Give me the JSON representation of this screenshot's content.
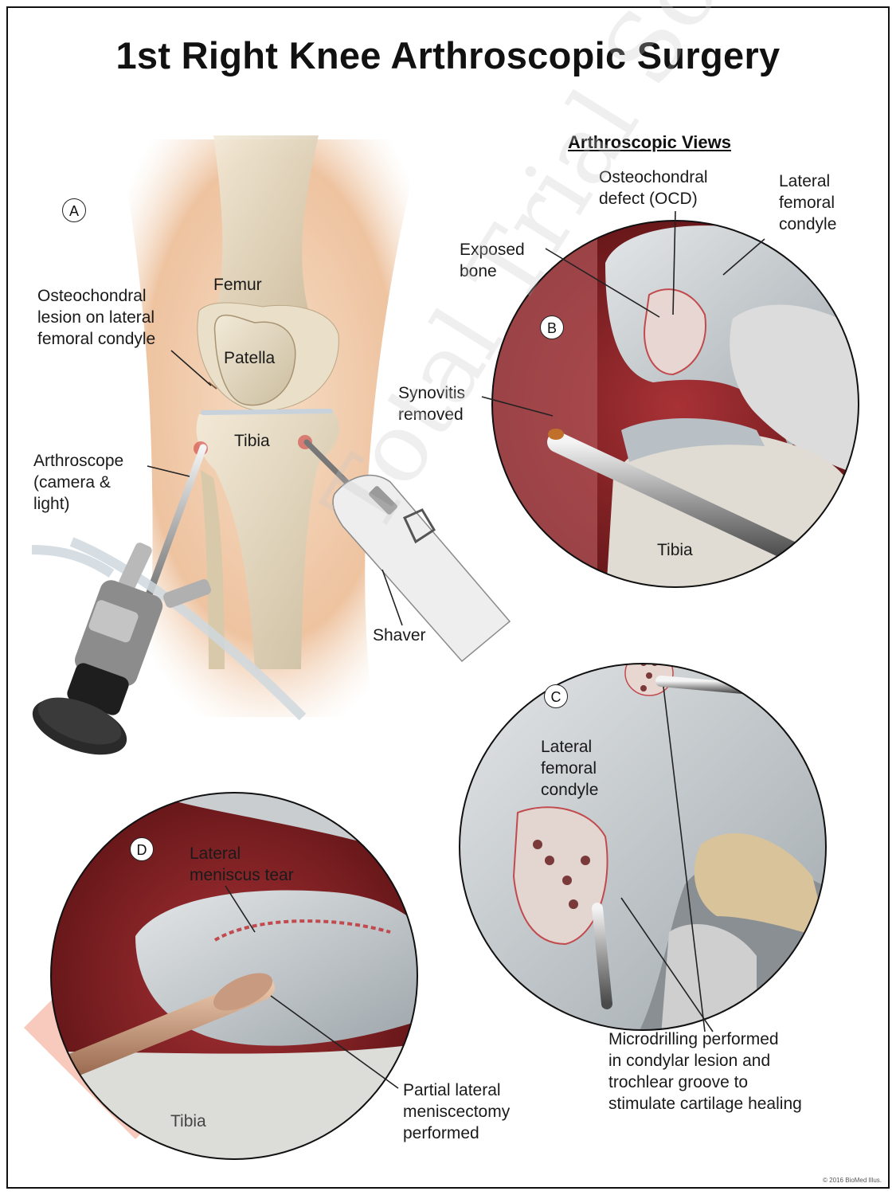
{
  "title": "1st Right Knee Arthroscopic Surgery",
  "watermark": "Total Trial Solutions",
  "section_title": "Arthroscopic Views",
  "panels": {
    "a": {
      "badge": "A",
      "labels": {
        "femur": "Femur",
        "patella": "Patella",
        "tibia": "Tibia",
        "lesion": "Osteochondral\nlesion on lateral\nfemoral condyle",
        "arthroscope": "Arthroscope\n(camera &\nlight)",
        "shaver": "Shaver"
      }
    },
    "b": {
      "badge": "B",
      "labels": {
        "ocd": "Osteochondral\ndefect (OCD)",
        "lfc": "Lateral\nfemoral\ncondyle",
        "exposed_bone": "Exposed\nbone",
        "synovitis": "Synovitis\nremoved",
        "tibia": "Tibia"
      }
    },
    "c": {
      "badge": "C",
      "labels": {
        "lfc": "Lateral\nfemoral\ncondyle",
        "microdrilling": "Microdrilling performed\nin condylar lesion and\ntrochlear groove to\nstimulate cartilage healing"
      }
    },
    "d": {
      "badge": "D",
      "labels": {
        "tear": "Lateral\nmeniscus tear",
        "menisectomy": "Partial lateral\nmeniscectomy\nperformed",
        "tibia": "Tibia"
      }
    }
  },
  "copyright": "© 2016 BioMed Illus.",
  "colors": {
    "skin": "#f0c9a8",
    "bone": "#e8dcc4",
    "tissue_red": "#8a1f22",
    "cartilage": "#c8cdd0",
    "watermark": "#f3a08a"
  }
}
